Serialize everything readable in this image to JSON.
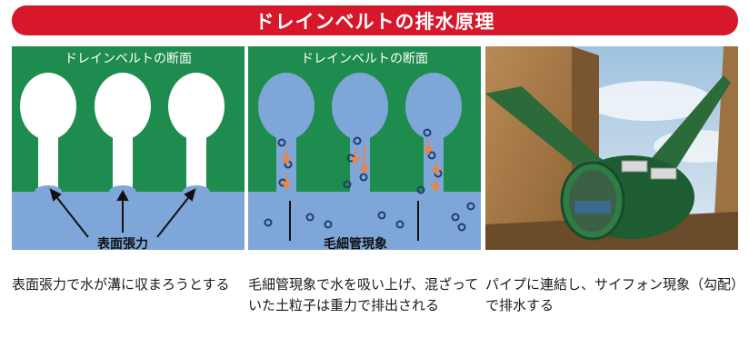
{
  "header": {
    "title": "ドレインベルトの排水原理"
  },
  "panels": [
    {
      "heading": "ドレインベルトの断面",
      "label": "表面張力",
      "caption": "表面張力で水が溝に収まろうとする"
    },
    {
      "heading": "ドレインベルトの断面",
      "label": "毛細管現象",
      "caption": "毛細管現象で水を吸い上げ、混ざっていた土粒子は重力で排出される"
    },
    {
      "caption": "パイプに連結し、サイフォン現象（勾配）で排水する"
    }
  ],
  "colors": {
    "banner": "#d7182a",
    "belt_green": "#1e8c4e",
    "water_blue": "#7fa6d8",
    "particle": "#1f3f6e",
    "arrow": "#e8864a"
  }
}
